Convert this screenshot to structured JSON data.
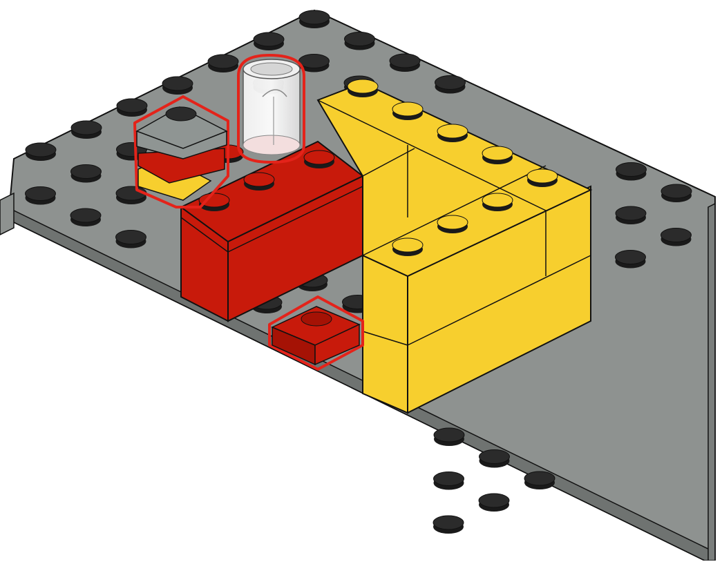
{
  "illustration": {
    "kind": "brick-build-instruction-step",
    "colors": {
      "baseplate": "#8e9290",
      "baseplate_dark": "#6f7371",
      "stud_top": "#2b2b2b",
      "yellow": "#f7cf2e",
      "yellow_side": "#f1c21c",
      "red": "#c81a0b",
      "red_dark": "#a51205",
      "grey_brick": "#8f9593",
      "transparent": "#e8e8e8",
      "highlight": "#e4231a",
      "outline": "#111111"
    },
    "highlighted_parts": [
      {
        "name": "grey-plate-1x2",
        "color": "grey"
      },
      {
        "name": "red-plate-1x2",
        "color": "red"
      },
      {
        "name": "yellow-plate-1x2",
        "color": "yellow"
      },
      {
        "name": "transparent-round-brick-1x1",
        "color": "transparent-clear"
      },
      {
        "name": "red-plate-1x1",
        "color": "red"
      }
    ],
    "static_parts": [
      {
        "name": "red-brick-2x2",
        "color": "red"
      },
      {
        "name": "yellow-brick-2x4-lower",
        "color": "yellow"
      },
      {
        "name": "yellow-brick-2x4-upper",
        "color": "yellow"
      },
      {
        "name": "grey-baseplate",
        "color": "grey"
      }
    ]
  }
}
